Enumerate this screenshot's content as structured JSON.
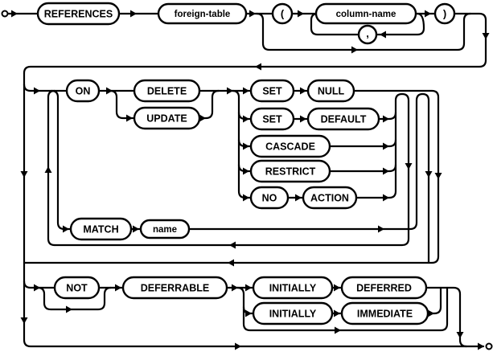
{
  "diagram": {
    "type": "railroad-syntax-diagram",
    "subject": "foreign-key REFERENCES clause",
    "colors": {
      "line": "#000000",
      "background": "#ffffff",
      "text": "#000000"
    },
    "structure": {
      "sequence": [
        "REFERENCES foreign-table",
        "optional: ( column-name [ , column-name ]... )",
        "repeatable: ON (DELETE | UPDATE) (SET NULL | SET DEFAULT | CASCADE | RESTRICT | NO ACTION) | MATCH name",
        "optional: [NOT] DEFERRABLE [INITIALLY DEFERRED | INITIALLY IMMEDIATE]"
      ]
    },
    "nodes": {
      "references": "REFERENCES",
      "foreign_table": "foreign-table",
      "open_paren": "(",
      "column_name": "column-name",
      "comma": ",",
      "close_paren": ")",
      "on_kw": "ON",
      "delete_kw": "DELETE",
      "update_kw": "UPDATE",
      "set1": "SET",
      "null_kw": "NULL",
      "set2": "SET",
      "default_kw": "DEFAULT",
      "cascade_kw": "CASCADE",
      "restrict_kw": "RESTRICT",
      "no_kw": "NO",
      "action_kw": "ACTION",
      "match_kw": "MATCH",
      "name_nt": "name",
      "not_kw": "NOT",
      "deferrable_kw": "DEFERRABLE",
      "initially1": "INITIALLY",
      "deferred_kw": "DEFERRED",
      "initially2": "INITIALLY",
      "immediate_kw": "IMMEDIATE"
    }
  }
}
